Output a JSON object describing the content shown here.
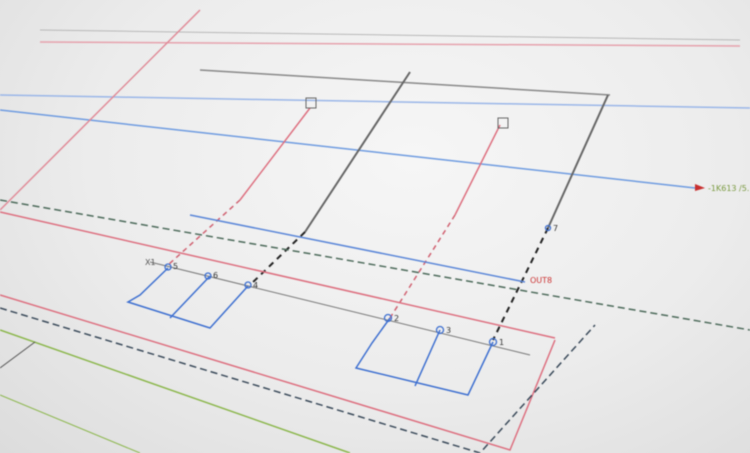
{
  "diagram": {
    "colors": {
      "blue": "#4a7fd6",
      "red": "#d96b7a",
      "dark": "#555555",
      "green": "#7fae3a",
      "label_red": "#cc3333"
    },
    "terminal_strip": "X1",
    "terminals_left": [
      "5",
      "6",
      "4"
    ],
    "terminals_right": [
      "2",
      "3",
      "1"
    ],
    "terminal_top": "7",
    "output_label": "OUT8",
    "cross_reference": "-1K613 /5."
  }
}
